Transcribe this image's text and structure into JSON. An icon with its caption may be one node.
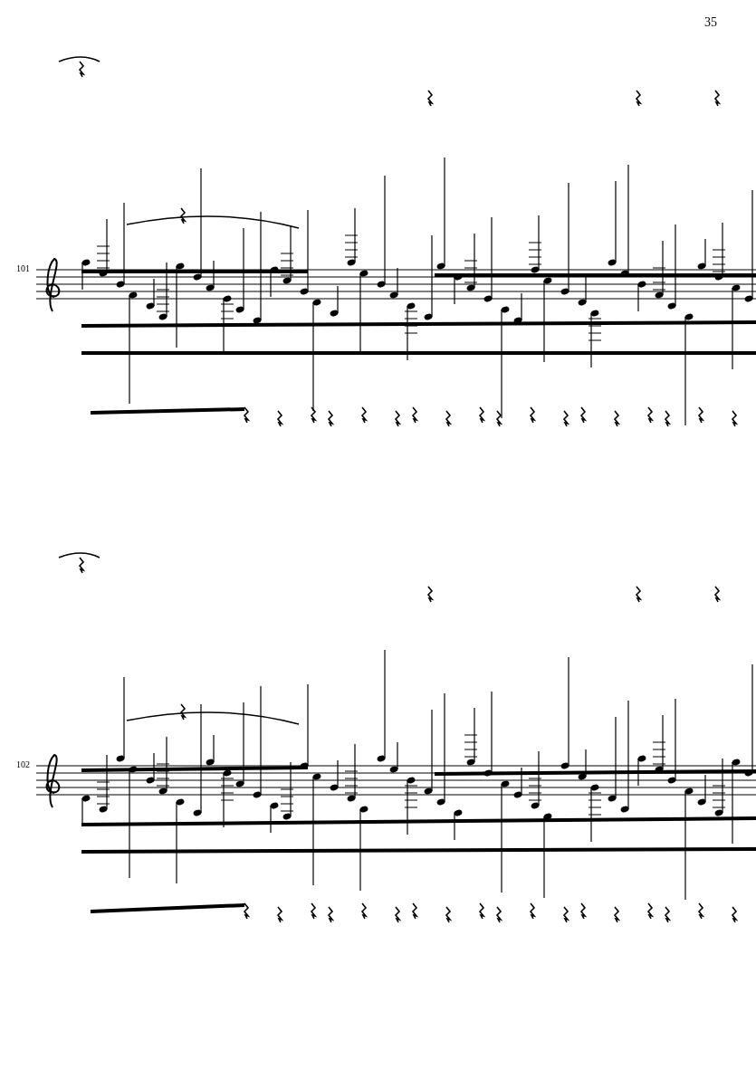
{
  "diagram": {
    "labels": [
      "35",
      "101",
      "102"
    ]
  }
}
